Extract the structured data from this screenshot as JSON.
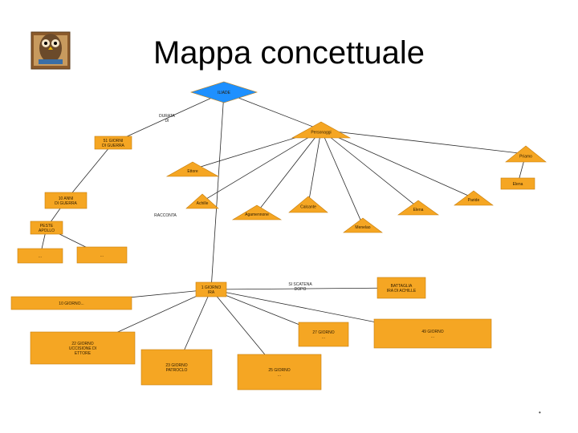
{
  "slide": {
    "title": "Mappa concettuale",
    "slide_number": "•"
  },
  "colors": {
    "box": "#f5a623",
    "box_border": "#c77d0a",
    "diamond": "#1e90ff",
    "line": "#2a2a2a",
    "text": "#2b1a00"
  },
  "icon": {
    "name": "owl-book-icon"
  },
  "nodes": [
    {
      "id": "root",
      "shape": "diamond",
      "label": "ILIADE"
    },
    {
      "id": "personaggi",
      "shape": "triangle",
      "label": "Personaggi"
    },
    {
      "id": "priamo",
      "shape": "triangle",
      "label": "Priamo"
    },
    {
      "id": "elena",
      "shape": "rect",
      "label": "Elena"
    },
    {
      "id": "ettore",
      "shape": "triangle",
      "label": "Ettore"
    },
    {
      "id": "achille",
      "shape": "triangle",
      "label": "Achille"
    },
    {
      "id": "calcante",
      "shape": "triangle",
      "label": "Calcante"
    },
    {
      "id": "paride",
      "shape": "triangle",
      "label": "Paride"
    },
    {
      "id": "elena2",
      "shape": "triangle",
      "label": "Elena"
    },
    {
      "id": "agamennone",
      "shape": "triangle",
      "label": "Agamennone"
    },
    {
      "id": "menelao",
      "shape": "triangle",
      "label": "Menelao"
    },
    {
      "id": "giorni",
      "shape": "rect",
      "label": "51 GIORNI\nDI GUERRA"
    },
    {
      "id": "dieci",
      "shape": "rect",
      "label": "10 ANNI\nDI GUERRA"
    },
    {
      "id": "peste",
      "shape": "rect",
      "label": "PESTE\nAPOLLO"
    },
    {
      "id": "altro",
      "shape": "rect",
      "label": "..."
    },
    {
      "id": "agamennone2",
      "shape": "rect",
      "label": "..."
    },
    {
      "id": "primo",
      "shape": "rect",
      "label": "1 GIORNO\nIRA"
    },
    {
      "id": "battaglia",
      "shape": "rect",
      "label": "BATTAGLIA\nIRA DI ACHILLE"
    },
    {
      "id": "giorno10",
      "shape": "rect",
      "label": "10 GIORNO..."
    },
    {
      "id": "giorno22",
      "shape": "rect",
      "label": "22 GIORNO\nUCCISIONE DI\nETTORE"
    },
    {
      "id": "giorno27",
      "shape": "rect",
      "label": "27 GIORNO\n..."
    },
    {
      "id": "giorno23",
      "shape": "rect",
      "label": "23 GIORNO\nPATROCLO"
    },
    {
      "id": "giorno25",
      "shape": "rect",
      "label": "25 GIORNO\n..."
    },
    {
      "id": "giorno49",
      "shape": "rect",
      "label": "49 GIORNO\n..."
    }
  ],
  "edge_labels": [
    {
      "id": "durata",
      "label": "DURATA\nDI"
    },
    {
      "id": "racconta",
      "label": "RACCONTA"
    },
    {
      "id": "si_scatena",
      "label": "SI SCATENA\nDOPO"
    }
  ]
}
